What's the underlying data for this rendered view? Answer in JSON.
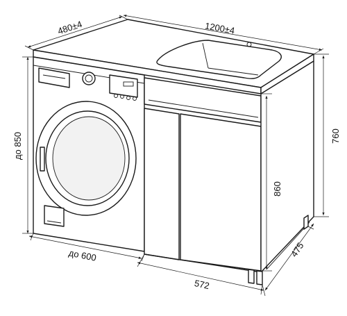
{
  "dimensions": {
    "top_depth": "480±4",
    "top_width": "1200±4",
    "left_height": "до 850",
    "right_height": "760",
    "cabinet_height": "860",
    "cabinet_depth": "475",
    "machine_width": "до 600",
    "cabinet_width": "572"
  },
  "colors": {
    "line": "#1a1a1a",
    "background": "#ffffff"
  }
}
